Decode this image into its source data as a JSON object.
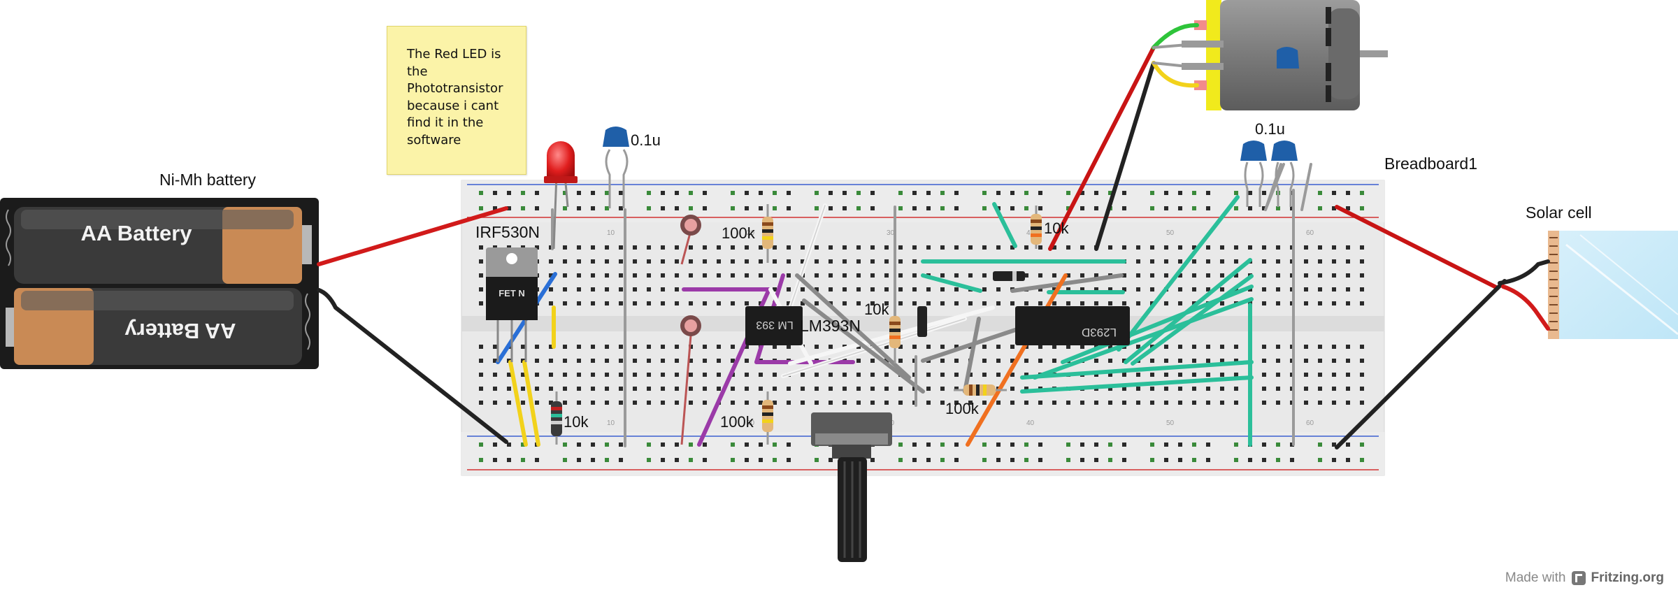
{
  "note_text": "The Red LED is the Phototransistor because i cant find it in the software",
  "labels": {
    "battery": "Ni-Mh battery",
    "battery_cell_top": "AA Battery",
    "battery_cell_bottom": "AA Battery",
    "irf": "IRF530N",
    "fet": "FET N",
    "cap_left": "0.1u",
    "cap_right": "0.1u",
    "breadboard": "Breadboard1",
    "solar": "Solar cell",
    "r100k_top": "100k",
    "r100k_bottom": "100k",
    "r100k_right": "100k",
    "r10k_top": "10k",
    "r10k_mid": "10k",
    "r10k_left": "10k",
    "lm393": "LM393N",
    "lm_chip": "LM 393",
    "l293d_chip": "L293D"
  },
  "footer": {
    "made_with": "Made with",
    "brand": "Fritzing.org"
  },
  "colors": {
    "wire_red": "#d11a1a",
    "wire_black": "#222222",
    "wire_teal": "#2bbf9a",
    "wire_purple": "#9b3aa8",
    "wire_yellow": "#f2d21b",
    "wire_blue": "#2a6fd6",
    "wire_orange": "#f07020",
    "wire_gray": "#8a8a8a",
    "wire_white": "#f4f4f4",
    "breadboard": "#e8e8e8",
    "capacitor": "#1f5fa8"
  }
}
